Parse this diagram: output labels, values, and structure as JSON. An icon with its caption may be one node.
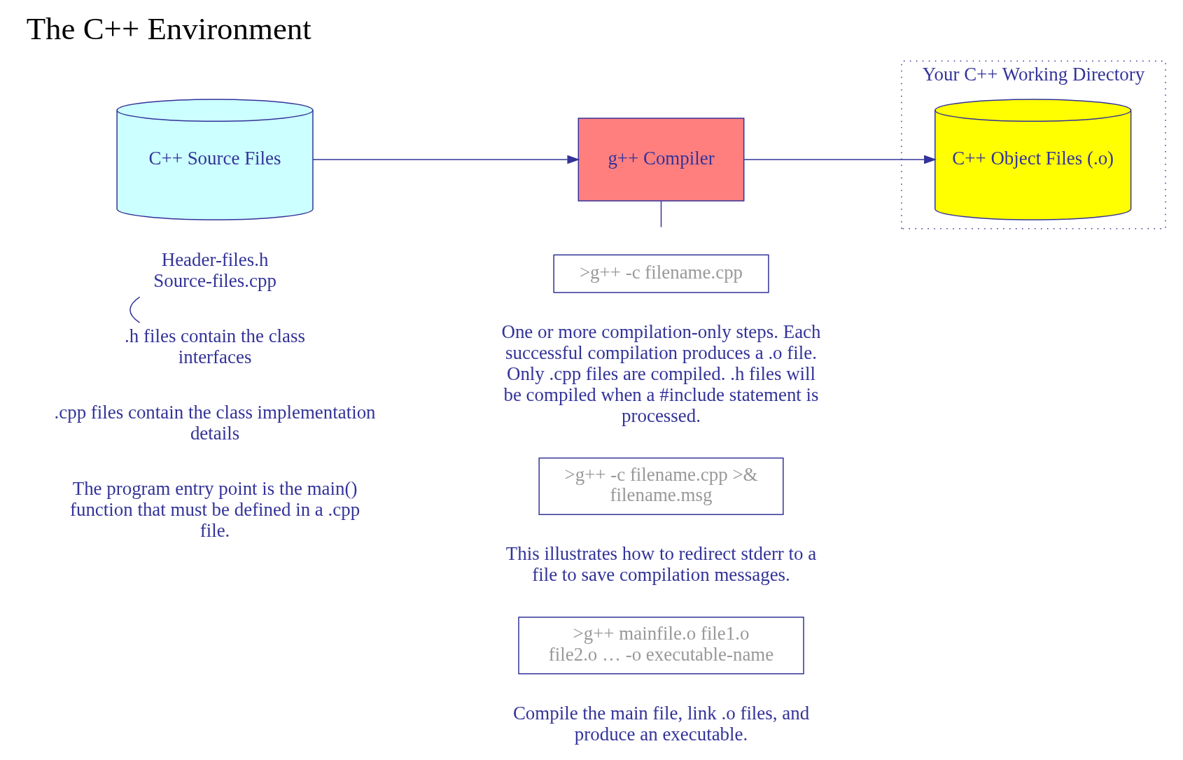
{
  "diagram": {
    "title": "The C++ Environment",
    "nodes": [
      {
        "text": [
          "Your C++ Working Directory"
        ]
      },
      {
        "text": [
          "C++ Source Files"
        ]
      },
      {
        "text": [
          "g++ Compiler"
        ]
      },
      {
        "text": [
          "C++ Object Files (.o)"
        ],
        "in": 0
      },
      {
        "text": [
          "Header-files.h",
          "Source-files.cpp"
        ]
      },
      {
        "text": [
          ".h files contain the class interfaces"
        ]
      },
      {
        "text": [
          ">g++ -c filename.cpp"
        ]
      },
      {
        "text": [
          ">g++ -c filename.cpp >& filename.msg"
        ]
      },
      {
        "text": [
          ">g++ mainfile.o file1.o file2.o … -o executable-name"
        ]
      }
    ],
    "edges": [
      {
        "from": 1,
        "to": 2,
        "arrow": "to"
      },
      {
        "from": 2,
        "to": 3,
        "arrow": "to"
      },
      {
        "from": 2,
        "to": null,
        "arrow": "none"
      },
      {
        "from": 5,
        "to": 4,
        "arrow": "none"
      }
    ],
    "labels": [
      ".cpp files contain the class implementation details",
      "The program entry point is the main() function that must be defined in a .cpp file.",
      "One or more compilation-only steps. Each successful compilation produces a .o file. Only .cpp files are compiled. .h files will be compiled when a #include statement is processed.",
      "This illustrates how to redirect stderr to a file to save compilation messages.",
      "Compile the main file, link .o files, and produce an executable."
    ]
  }
}
